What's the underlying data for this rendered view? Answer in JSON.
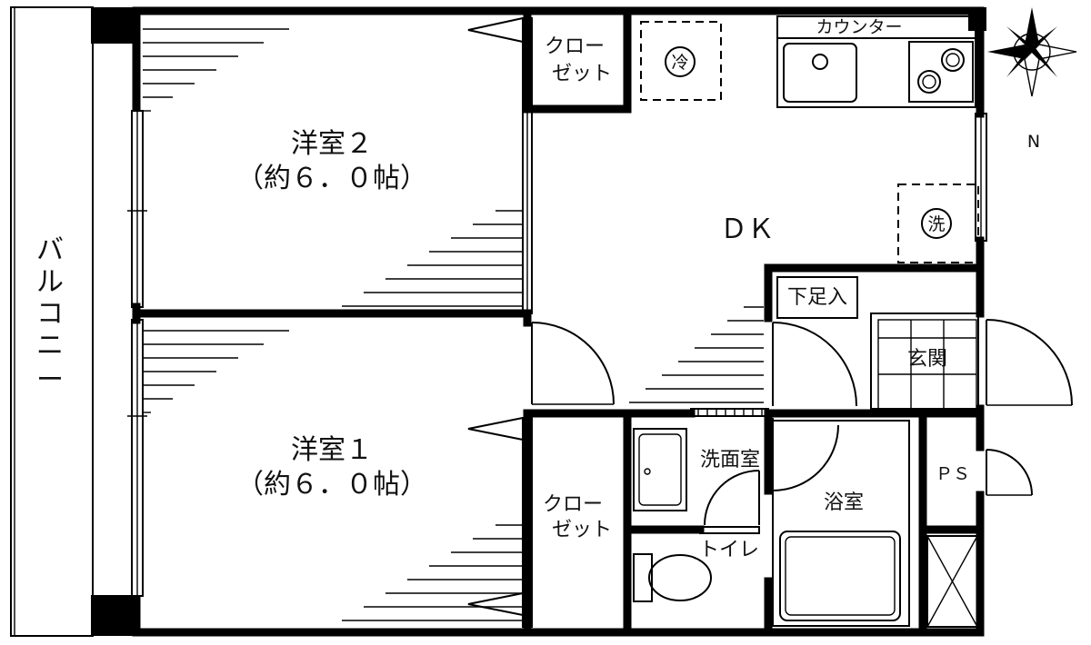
{
  "rooms": {
    "western_room_2": {
      "name": "洋室２",
      "size": "（約６．０帖）"
    },
    "western_room_1": {
      "name": "洋室１",
      "size": "（約６．０帖）"
    },
    "dk": "ＤＫ",
    "balcony": [
      "バ",
      "ル",
      "コ",
      "ニ",
      "ー"
    ],
    "closet_top": [
      "クロー",
      "ゼット"
    ],
    "closet_bottom": [
      "クロー",
      "ゼット"
    ],
    "counter": "カウンター",
    "shoe_storage": "下足入",
    "entrance": "玄関",
    "washroom": "洗面室",
    "bathroom": "浴室",
    "toilet": "トイレ",
    "ps": "ＰＳ"
  },
  "appliances": {
    "fridge": "冷",
    "washer": "洗"
  },
  "compass": {
    "north_label": "N"
  }
}
